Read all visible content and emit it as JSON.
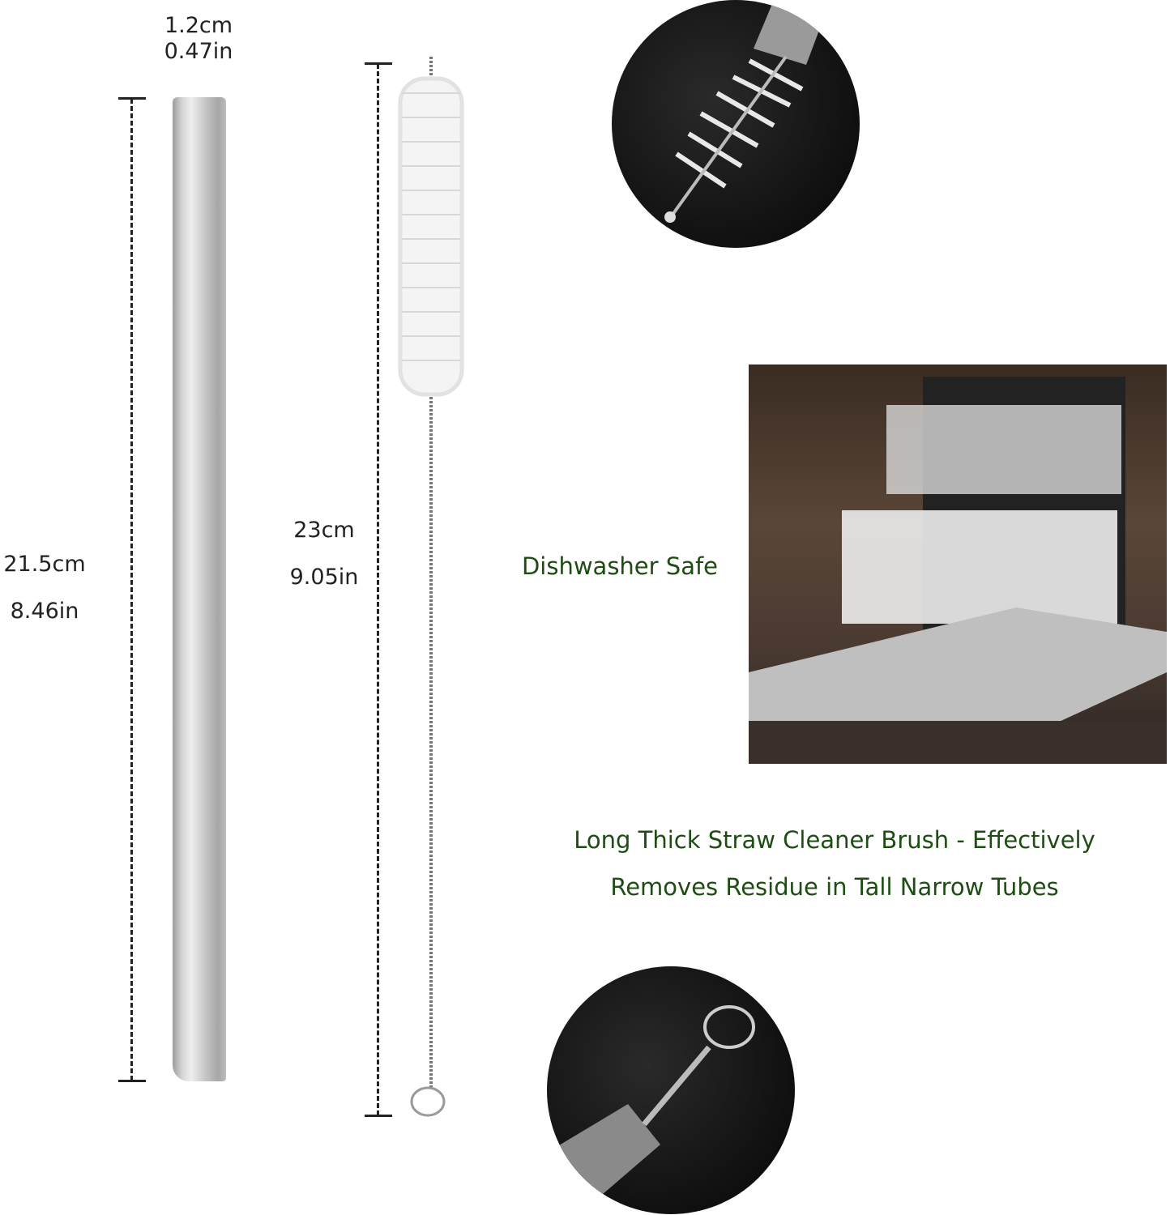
{
  "straw": {
    "width_cm": "1.2cm",
    "width_in": "0.47in",
    "length_cm": "21.5cm",
    "length_in": "8.46in"
  },
  "brush": {
    "length_cm": "23cm",
    "length_in": "9.05in"
  },
  "callouts": {
    "dishwasher": "Dishwasher Safe",
    "brush_line1": "Long Thick Straw Cleaner Brush - Effectively",
    "brush_line2": "Removes Residue in Tall Narrow Tubes"
  },
  "colors": {
    "caption_green": "#1e4d14",
    "circle_bg": "#111111",
    "straw_metal": "#cfcfcf"
  }
}
